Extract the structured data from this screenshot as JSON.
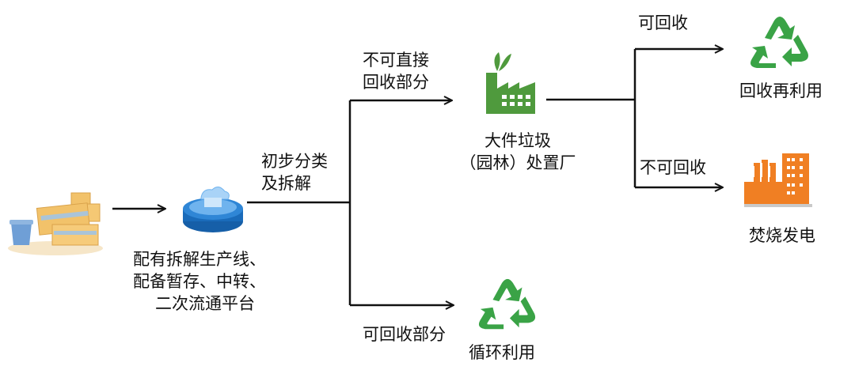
{
  "nodes": {
    "source": {
      "icon": "waste-boxes-icon"
    },
    "platform": {
      "icon": "platform-disk-icon",
      "lines": [
        "配有拆解生产线、",
        "配备暂存、中转、",
        "二次流通平台"
      ]
    },
    "plant": {
      "icon": "factory-icon",
      "lines": [
        "大件垃圾",
        "（园林）处置厂"
      ]
    },
    "reuse": {
      "icon": "recycle-icon",
      "label": "回收再利用"
    },
    "incineration": {
      "icon": "power-plant-icon",
      "label": "焚烧发电"
    },
    "cycle": {
      "icon": "recycle-icon",
      "label": "循环利用"
    }
  },
  "edges": {
    "sorting": [
      "初步分类",
      "及拆解"
    ],
    "non_recyclable_part": [
      "不可直接",
      "回收部分"
    ],
    "recyclable_part": "可回收部分",
    "recyclable": "可回收",
    "non_recyclable": "不可回收"
  },
  "colors": {
    "recycle_green": "#3aa346",
    "factory_green": "#4f9a3d",
    "platform_blue": "#1f73c4",
    "power_orange": "#f07f23",
    "box_tan": "#f2c26a",
    "arrow": "#111111"
  }
}
